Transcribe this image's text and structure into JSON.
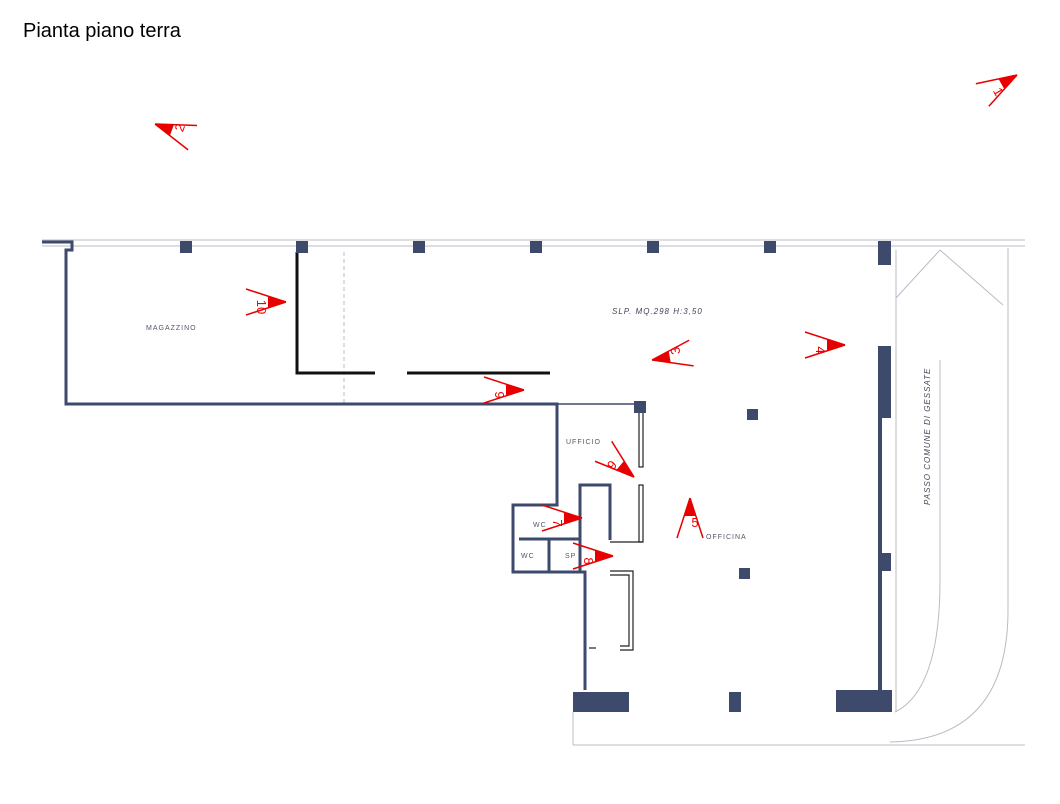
{
  "title": "Pianta piano terra",
  "rooms": {
    "magazzino": "MAGAZZINO",
    "ufficio": "UFFICIO",
    "officina": "OFFICINA",
    "wc1": "WC",
    "wc2": "WC",
    "sp": "SP"
  },
  "annotations": {
    "area": "SLP.  MQ.298   H:3,50",
    "passage": "PASSO COMUNE DI GESSATE"
  },
  "viewpoints": [
    "1",
    "2",
    "3",
    "4",
    "5",
    "6",
    "7",
    "8",
    "9",
    "10"
  ],
  "colors": {
    "wall": "#3d4a6b",
    "marker": "#e80000"
  }
}
